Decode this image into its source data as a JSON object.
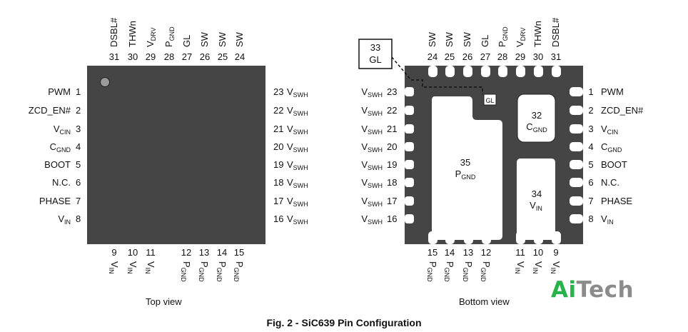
{
  "top_view": {
    "caption": "Top view",
    "left_pins": [
      {
        "num": "1",
        "name": "PWM"
      },
      {
        "num": "2",
        "name": "ZCD_EN#"
      },
      {
        "num": "3",
        "name": "V",
        "sub": "CIN"
      },
      {
        "num": "4",
        "name": "C",
        "sub": "GND"
      },
      {
        "num": "5",
        "name": "BOOT"
      },
      {
        "num": "6",
        "name": "N.C."
      },
      {
        "num": "7",
        "name": "PHASE"
      },
      {
        "num": "8",
        "name": "V",
        "sub": "IN"
      }
    ],
    "right_pins": [
      {
        "num": "23",
        "name": "V",
        "sub": "SWH"
      },
      {
        "num": "22",
        "name": "V",
        "sub": "SWH"
      },
      {
        "num": "21",
        "name": "V",
        "sub": "SWH"
      },
      {
        "num": "20",
        "name": "V",
        "sub": "SWH"
      },
      {
        "num": "19",
        "name": "V",
        "sub": "SWH"
      },
      {
        "num": "18",
        "name": "V",
        "sub": "SWH"
      },
      {
        "num": "17",
        "name": "V",
        "sub": "SWH"
      },
      {
        "num": "16",
        "name": "V",
        "sub": "SWH"
      }
    ],
    "top_pins": [
      {
        "num": "31",
        "name": "DSBL#"
      },
      {
        "num": "30",
        "name": "THWn"
      },
      {
        "num": "29",
        "name": "V",
        "sub": "DRV"
      },
      {
        "num": "28",
        "name": "P",
        "sub": "GND"
      },
      {
        "num": "27",
        "name": "GL"
      },
      {
        "num": "26",
        "name": "SW"
      },
      {
        "num": "25",
        "name": "SW"
      },
      {
        "num": "24",
        "name": "SW"
      }
    ],
    "bottom_pins": [
      {
        "num": "9",
        "name": "V",
        "sub": "IN"
      },
      {
        "num": "10",
        "name": "V",
        "sub": "IN"
      },
      {
        "num": "11",
        "name": "V",
        "sub": "IN"
      },
      {
        "num": "12",
        "name": "P",
        "sub": "GND"
      },
      {
        "num": "13",
        "name": "P",
        "sub": "GND"
      },
      {
        "num": "14",
        "name": "P",
        "sub": "GND"
      },
      {
        "num": "15",
        "name": "P",
        "sub": "GND"
      }
    ]
  },
  "bottom_view": {
    "caption": "Bottom view",
    "left_pins": [
      {
        "num": "23",
        "name": "V",
        "sub": "SWH"
      },
      {
        "num": "22",
        "name": "V",
        "sub": "SWH"
      },
      {
        "num": "21",
        "name": "V",
        "sub": "SWH"
      },
      {
        "num": "20",
        "name": "V",
        "sub": "SWH"
      },
      {
        "num": "19",
        "name": "V",
        "sub": "SWH"
      },
      {
        "num": "18",
        "name": "V",
        "sub": "SWH"
      },
      {
        "num": "17",
        "name": "V",
        "sub": "SWH"
      },
      {
        "num": "16",
        "name": "V",
        "sub": "SWH"
      }
    ],
    "right_pins": [
      {
        "num": "1",
        "name": "PWM"
      },
      {
        "num": "2",
        "name": "ZCD_EN#"
      },
      {
        "num": "3",
        "name": "V",
        "sub": "CIN"
      },
      {
        "num": "4",
        "name": "C",
        "sub": "GND"
      },
      {
        "num": "5",
        "name": "BOOT"
      },
      {
        "num": "6",
        "name": "N.C."
      },
      {
        "num": "7",
        "name": "PHASE"
      },
      {
        "num": "8",
        "name": "V",
        "sub": "IN"
      }
    ],
    "top_pins": [
      {
        "num": "24",
        "name": "SW"
      },
      {
        "num": "25",
        "name": "SW"
      },
      {
        "num": "26",
        "name": "SW"
      },
      {
        "num": "27",
        "name": "GL"
      },
      {
        "num": "28",
        "name": "P",
        "sub": "GND"
      },
      {
        "num": "29",
        "name": "V",
        "sub": "DRV"
      },
      {
        "num": "30",
        "name": "THWn"
      },
      {
        "num": "31",
        "name": "DSBL#"
      }
    ],
    "bottom_pins": [
      {
        "num": "15",
        "name": "P",
        "sub": "GND"
      },
      {
        "num": "14",
        "name": "P",
        "sub": "GND"
      },
      {
        "num": "13",
        "name": "P",
        "sub": "GND"
      },
      {
        "num": "12",
        "name": "P",
        "sub": "GND"
      },
      {
        "num": "11",
        "name": "V",
        "sub": "IN"
      },
      {
        "num": "10",
        "name": "V",
        "sub": "IN"
      },
      {
        "num": "9",
        "name": "V",
        "sub": "IN"
      }
    ],
    "pads": {
      "p35": {
        "num": "35",
        "name": "P",
        "sub": "GND"
      },
      "p34": {
        "num": "34",
        "name": "V",
        "sub": "IN"
      },
      "p32": {
        "num": "32",
        "name": "C",
        "sub": "GND"
      },
      "p33": {
        "num": "33",
        "name": "GL"
      },
      "gl_tag": "GL"
    }
  },
  "figure_caption": "Fig. 2 - SiC639 Pin Configuration",
  "logo": {
    "part1": "Ai",
    "part2": "Tech"
  },
  "colors": {
    "package": "#454545",
    "pad": "#ffffff",
    "text": "#111111",
    "logo_green": "#27b34a",
    "logo_gray": "#8b8b8b"
  }
}
